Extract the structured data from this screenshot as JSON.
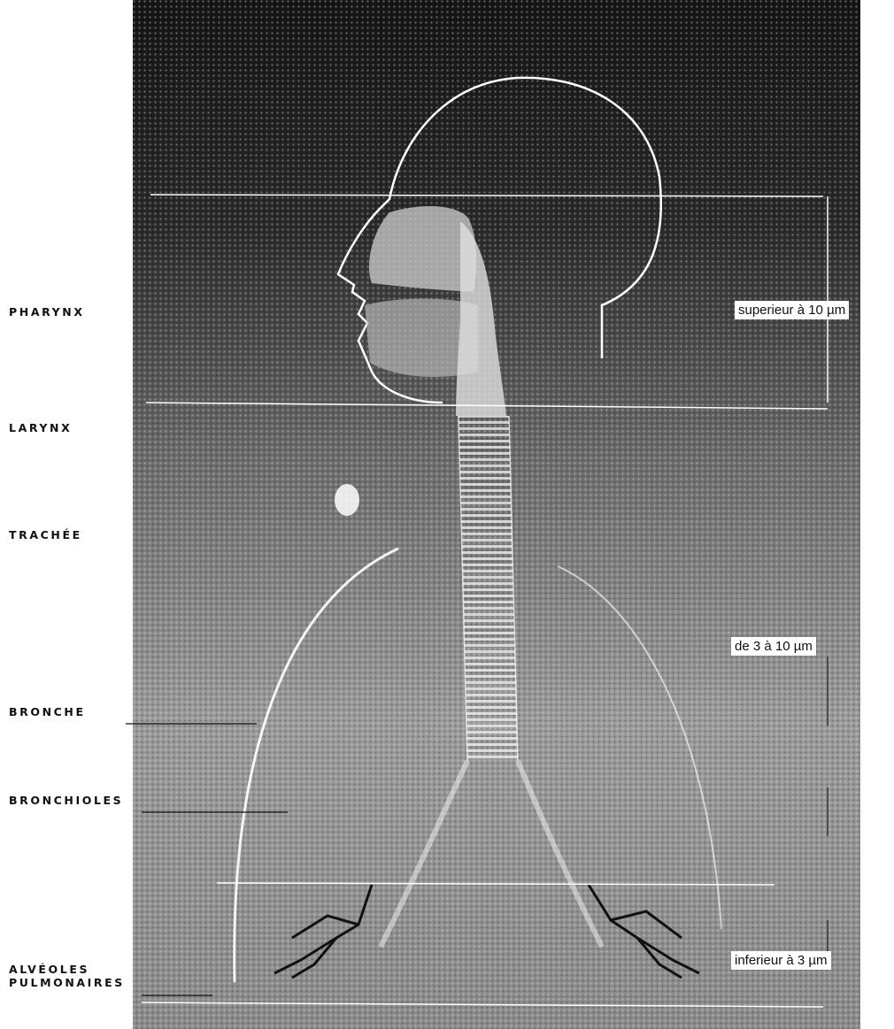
{
  "diagram": {
    "labels": {
      "pharynx": "PHARYNX",
      "larynx": "LARYNX",
      "trachee": "TRACHÉE",
      "bronche": "BRONCHE",
      "bronchioles": "BRONCHIOLES",
      "alveoles_line1": "ALVÉOLES",
      "alveoles_line2": "PULMONAIRES"
    },
    "particle_sizes": {
      "upper": "superieur à 10 µm",
      "middle": "de 3 à 10 µm",
      "lower": "inferieur à 3 µm"
    }
  }
}
